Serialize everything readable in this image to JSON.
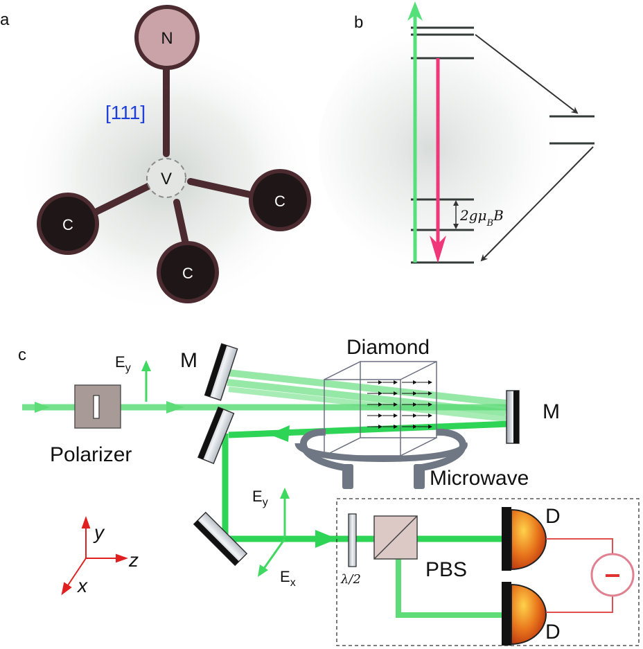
{
  "panel_a": {
    "label": "a",
    "nitrogen": "N",
    "vacancy": "V",
    "carbon": [
      "C",
      "C",
      "C"
    ],
    "axis_label": "[111]",
    "colors": {
      "nitrogen": "#c9a3a8",
      "carbon": "#1e1617",
      "bond": "#4b2a30",
      "axis_text": "#1f3fd6"
    }
  },
  "panel_b": {
    "label": "b",
    "splitting_label": "2gμ_B B",
    "colors": {
      "pump_arrow": "#55e07a",
      "emission_arrow": "#f0377a",
      "levels": "#333a38"
    }
  },
  "panel_c": {
    "label": "c",
    "polarizer": "Polarizer",
    "ey_top": "E",
    "ey_top_sub": "y",
    "mirror_1": "M",
    "mirror_2": "M",
    "diamond": "Diamond",
    "microwave": "Microwave",
    "ey_mid": "E",
    "ey_mid_sub": "y",
    "ex_mid": "E",
    "ex_mid_sub": "x",
    "waveplate": "λ/2",
    "pbs": "PBS",
    "detector_1": "D",
    "detector_2": "D",
    "subtract": "−",
    "axes": {
      "y": "y",
      "z": "z",
      "x": "x"
    },
    "colors": {
      "beam": "#5edc78",
      "beam_strong": "#2ed455",
      "axes": "#e02020",
      "detector": "#d8501a",
      "circuit": "#e05050"
    }
  }
}
